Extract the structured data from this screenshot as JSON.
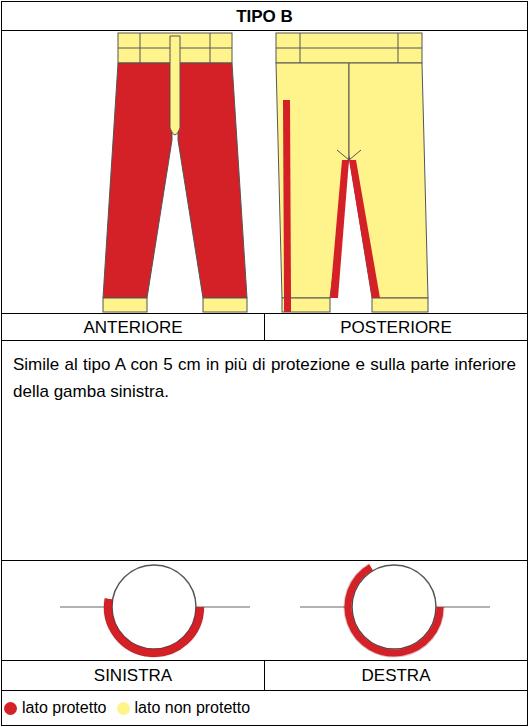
{
  "diagram": {
    "title": "TIPO B",
    "labels": [
      "ANTERIORE",
      "POSTERIORE",
      "Simile al tipo A con 5 cm in più di protezione e sulla parte inferiore della gamba sinistra.",
      "SINISTRA",
      "DESTRA"
    ],
    "legend": [
      {
        "text": "lato protetto",
        "color": "#d42027"
      },
      {
        "text": "lato non protetto",
        "color": "#fff38c"
      }
    ]
  }
}
